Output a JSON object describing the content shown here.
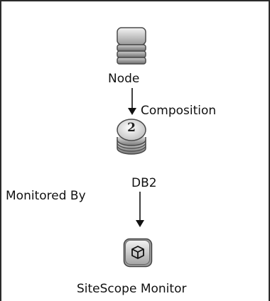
{
  "diagram": {
    "nodes": [
      {
        "label": "Node",
        "icon": "server-stack-icon"
      },
      {
        "label": "DB2",
        "badge": "2",
        "icon": "database-icon"
      },
      {
        "label": "SiteScope Monitor",
        "icon": "cube-monitor-icon"
      }
    ],
    "edges": [
      {
        "label": "Composition",
        "from": "Node",
        "to": "DB2"
      },
      {
        "label": "Monitored By",
        "from": "DB2",
        "to": "SiteScope Monitor"
      }
    ]
  }
}
